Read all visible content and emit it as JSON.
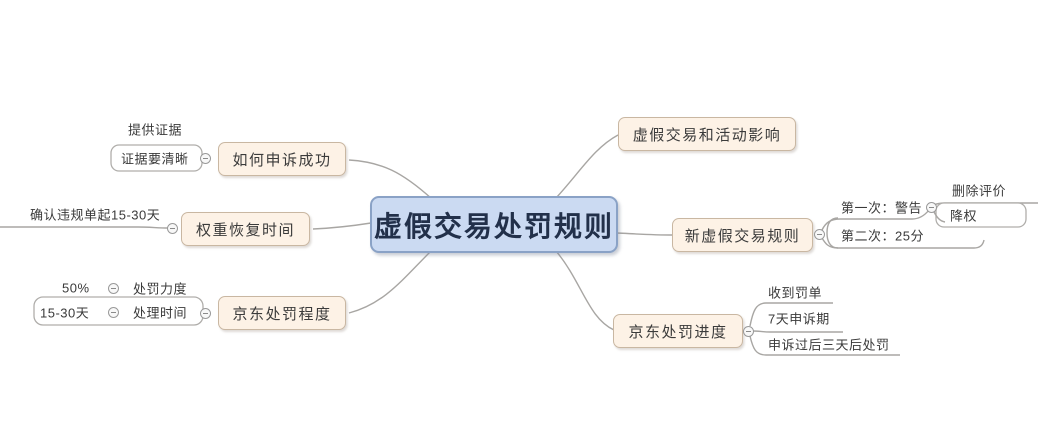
{
  "title": "虚假交易处罚规则思维导图",
  "colors": {
    "root_fill": "#cbdaf2",
    "root_border": "#8aa2c6",
    "root_text": "#22304a",
    "topic_fill": "#fdf2e6",
    "topic_border": "#c9b7a2",
    "capsule_border": "#b0aeab",
    "connector_line": "#a8a6a3",
    "text": "#3a3a3a"
  },
  "nodes": {
    "root": "虚假交易处罚规则",
    "how_to_appeal": "如何申诉成功",
    "provide_evidence": "提供证据",
    "evidence_clear": "证据要清晰",
    "weight_recovery": "权重恢复时间",
    "confirm_days": "确认违规单起15-30天",
    "jd_penalty_degree": "京东处罚程度",
    "penalty_strength": "处罚力度",
    "fifty_percent": "50%",
    "handle_time": "处理时间",
    "days_15_30": "15-30天",
    "fake_activity_impact": "虚假交易和活动影响",
    "new_rules": "新虚假交易规则",
    "first_time": "第一次：警告",
    "delete_review": "删除评价",
    "demote": "降权",
    "second_time": "第二次：25分",
    "jd_penalty_progress": "京东处罚进度",
    "receive_ticket": "收到罚单",
    "appeal_period": "7天申诉期",
    "after_appeal": "申诉过后三天后处罚"
  }
}
